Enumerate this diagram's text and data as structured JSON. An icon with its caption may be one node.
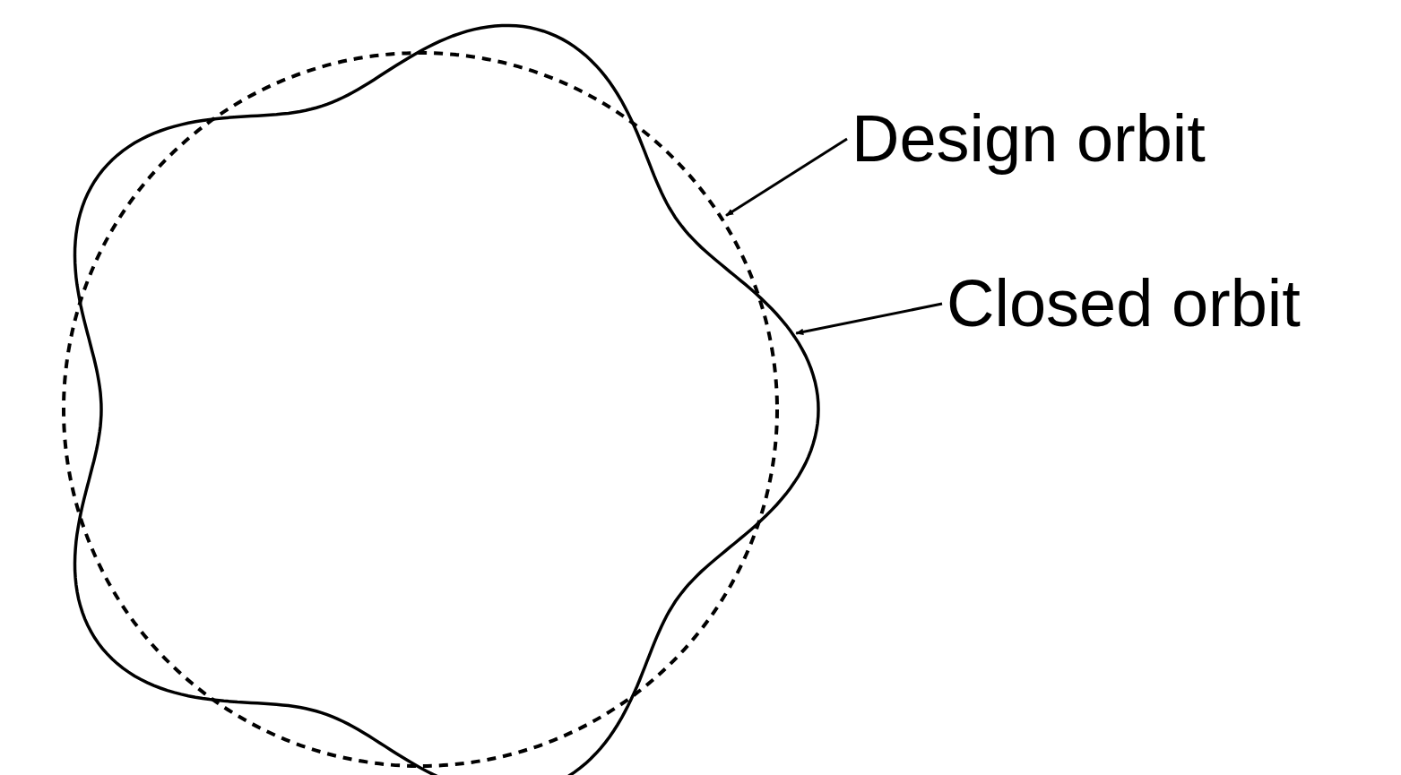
{
  "diagram": {
    "nodes": [
      {
        "text": [
          "Design orbit"
        ]
      },
      {
        "text": [
          "Closed orbit"
        ]
      },
      {
        "text": [],
        "shape": "circle"
      },
      {
        "text": [],
        "shape": "curve"
      }
    ],
    "edges": [
      {
        "from": 0,
        "to": 2,
        "arrow": "to"
      },
      {
        "from": 1,
        "to": 3,
        "arrow": "to"
      }
    ]
  }
}
